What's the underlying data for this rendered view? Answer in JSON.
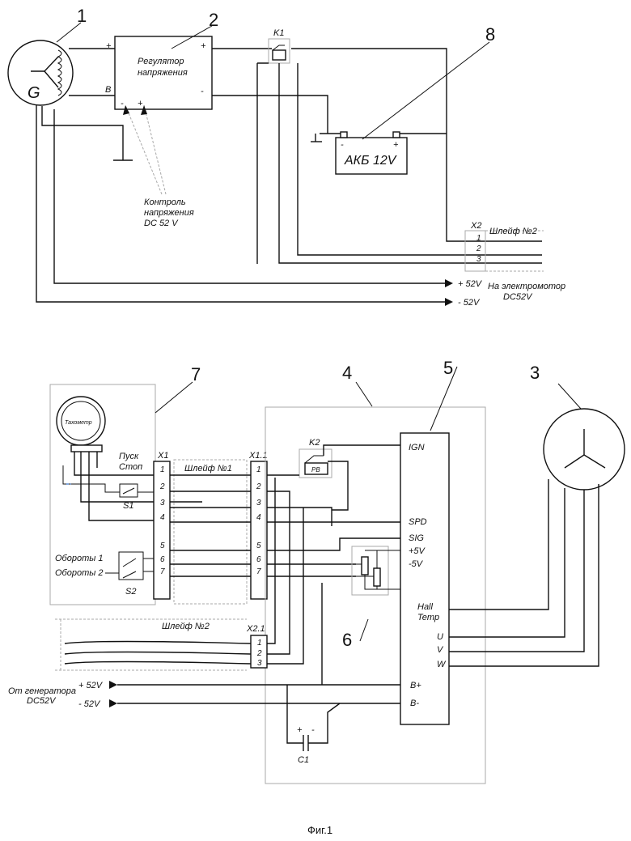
{
  "callouts": [
    "1",
    "2",
    "3",
    "4",
    "5",
    "6",
    "7",
    "8"
  ],
  "generator": {
    "letter": "G",
    "plus": "+",
    "b": "B"
  },
  "regulator": {
    "line1": "Регулятор",
    "line2": "напряжения",
    "plus": "+",
    "minus": "-",
    "minus2": "-",
    "plus2": "+"
  },
  "relay_k1": "K1",
  "battery": {
    "label": "АКБ 12V",
    "minus": "-",
    "plus": "+"
  },
  "control": {
    "line1": "Контроль",
    "line2": "напряжения",
    "line3": "DC 52 V"
  },
  "x2": {
    "name": "X2",
    "cable": "Шлейф №2",
    "pins": [
      "1",
      "2",
      "3"
    ]
  },
  "outputs": {
    "plus": "+ 52V",
    "minus": "- 52V",
    "motor1": "На электромотор",
    "motor2": "DC52V"
  },
  "tacho": {
    "label": "Тахометр"
  },
  "start_stop": {
    "line1": "Пуск",
    "line2": "Стоп",
    "switch": "S1"
  },
  "speeds": {
    "speed1": "Обороты 1",
    "speed2": "Обороты 2",
    "switch": "S2"
  },
  "x1": {
    "name": "X1",
    "pins": [
      "1",
      "2",
      "3",
      "4",
      "5",
      "6",
      "7"
    ]
  },
  "cable1": "Шлейф №1",
  "x11": {
    "name": "X1.1",
    "pins": [
      "1",
      "2",
      "3",
      "4",
      "5",
      "6",
      "7"
    ]
  },
  "k2": {
    "name": "K2",
    "rb": "PB"
  },
  "controller": {
    "ign": "IGN",
    "spd": "SPD",
    "sig": "SIG",
    "p5": "+5V",
    "m5": "-5V",
    "hall": "Hall",
    "temp": "Temp",
    "u": "U",
    "v": "V",
    "w": "W",
    "bp": "B+",
    "bm": "B-"
  },
  "cable2": {
    "label": "Шлейф №2",
    "name": "X2.1",
    "pins": [
      "1",
      "2",
      "3"
    ]
  },
  "input": {
    "plus": "+ 52V",
    "minus": "- 52V",
    "from1": "От генератора",
    "from2": "DC52V"
  },
  "capacitor": {
    "name": "C1",
    "plus": "+",
    "minus": "-"
  },
  "figure": "Фиг.1"
}
